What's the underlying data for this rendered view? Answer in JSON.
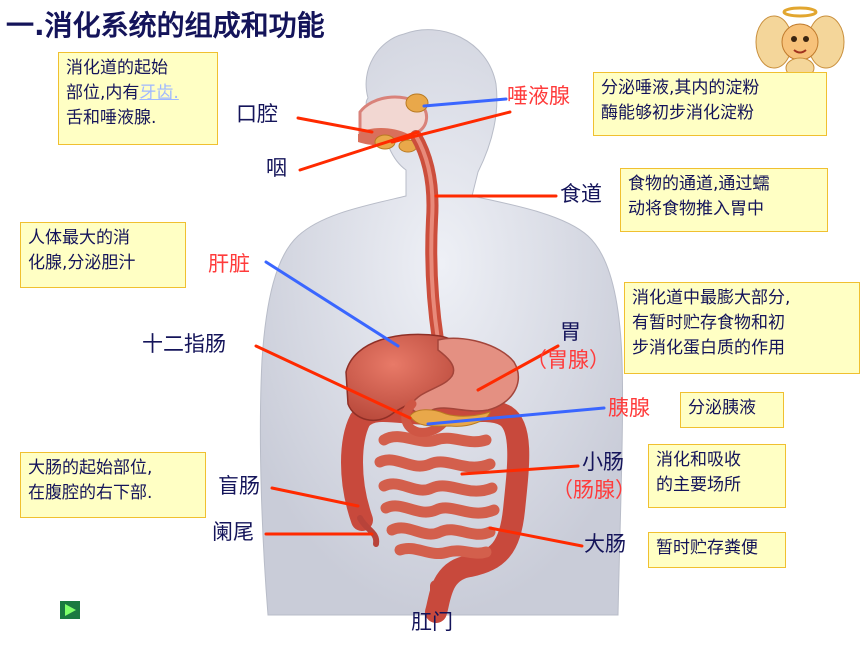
{
  "title": "一.消化系统的组成和功能",
  "organs": {
    "mouth": "口腔",
    "pharynx": "咽",
    "salivary_gland": "唾液腺",
    "esophagus": "食道",
    "liver": "肝脏",
    "duodenum": "十二指肠",
    "stomach": "胃",
    "gastric_gland": "（胃腺）",
    "pancreas": "胰腺",
    "small_intestine": "小肠",
    "intestinal_gland": "（肠腺）",
    "cecum": "盲肠",
    "appendix": "阑尾",
    "large_intestine": "大肠",
    "anus": "肛门"
  },
  "notes": {
    "mouth_line1": "消化道的起始",
    "mouth_line2a": "部位,内有",
    "mouth_link": "牙齿.",
    "mouth_line3": "舌和唾液腺.",
    "saliva_line1": "分泌唾液,其内的淀粉",
    "saliva_line2": "酶能够初步消化淀粉",
    "esophagus_line1": "食物的通道,通过蠕",
    "esophagus_line2": "动将食物推入胃中",
    "liver_line1": "人体最大的消",
    "liver_line2": "化腺,分泌胆汁",
    "stomach_line1": "消化道中最膨大部分,",
    "stomach_line2": "有暂时贮存食物和初",
    "stomach_line3": "步消化蛋白质的作用",
    "pancreas_line1": "分泌胰液",
    "large_start_line1": "大肠的起始部位,",
    "large_start_line2": "在腹腔的右下部.",
    "small_line1": "消化和吸收",
    "small_line2": "的主要场所",
    "large_line1": "暂时贮存粪便"
  },
  "colors": {
    "label_navy": "#14145a",
    "label_red": "#ff3b3b",
    "note_bg": "#ffffc4",
    "note_border": "#f0c030",
    "pointer_red": "#ff2a00",
    "pointer_blue": "#3a66ff",
    "title": "#14145a"
  }
}
